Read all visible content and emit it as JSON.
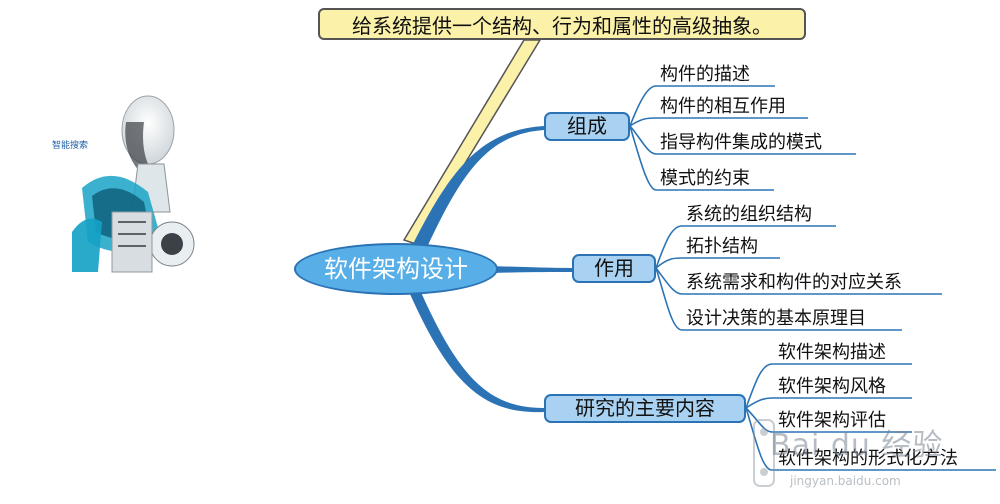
{
  "callout": {
    "text": "给系统提供一个结构、行为和属性的高级抽象。"
  },
  "central": {
    "label": "软件架构设计"
  },
  "branches": [
    {
      "label": "组成",
      "children": [
        "构件的描述",
        "构件的相互作用",
        "指导构件集成的模式",
        "模式的约束"
      ]
    },
    {
      "label": "作用",
      "children": [
        "系统的组织结构",
        "拓扑结构",
        "系统需求和构件的对应关系",
        "设计决策的基本原理目"
      ]
    },
    {
      "label": "研究的主要内容",
      "children": [
        "软件架构描述",
        "软件架构风格",
        "软件架构评估",
        "软件架构的形式化方法"
      ]
    }
  ],
  "image": {
    "caption": "智能搜索",
    "subject": "robot-illustration"
  },
  "watermark": {
    "text": "Bai du 经验",
    "url_text": "jingyan.baidu.com"
  },
  "colors": {
    "branch_line": "#2b73b5",
    "central_fill": "#58aee6",
    "branch_fill": "#a9d2f2",
    "callout_fill": "#fbf1a9"
  }
}
